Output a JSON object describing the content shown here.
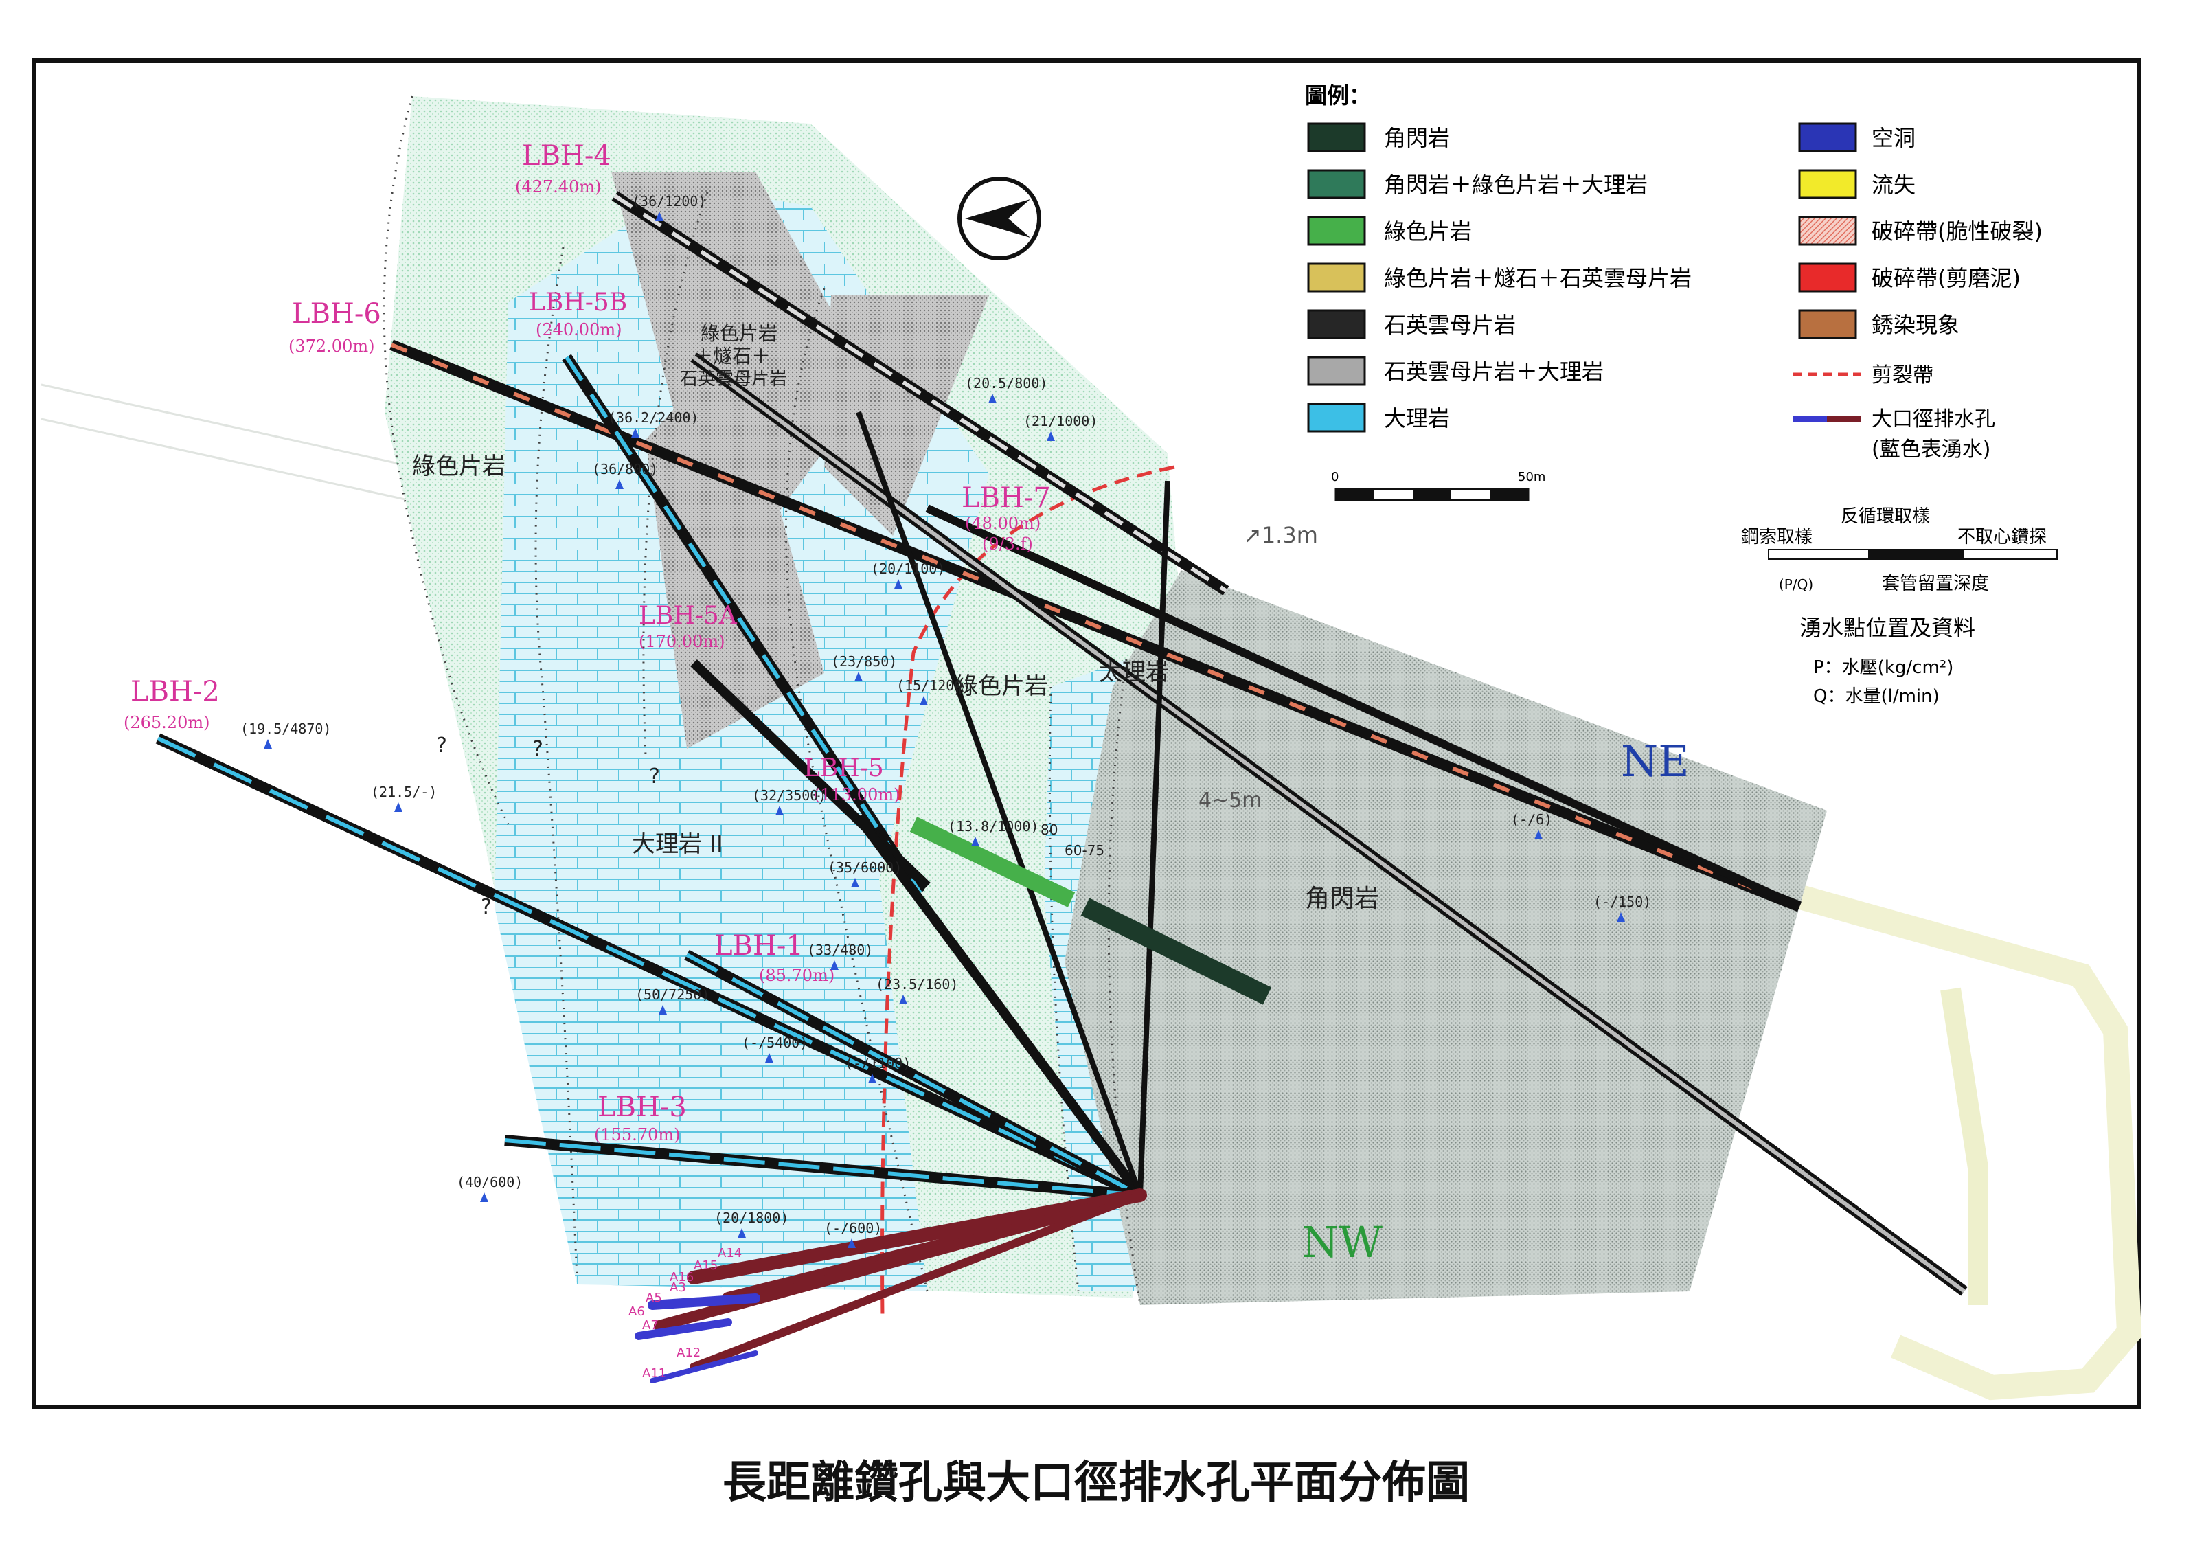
{
  "caption": "長距離鑽孔與大口徑排水孔平面分佈圖",
  "colors": {
    "amphibolite": "#1c3a2a",
    "amph_green_marble": "#2f7a5a",
    "greenschist": "#46b04a",
    "greenschist_chert": "#d8c15a",
    "quartz_mica_schist": "#262626",
    "qms_marble": "#a8a8a8",
    "marble": "#3cbfe6",
    "cavity": "#2a35b5",
    "loss": "#f2ea2a",
    "brittle_fracture": "#f0a8a0",
    "shear_mud": "#e82a2a",
    "rust": "#b87040",
    "shear_zone": "#e23a3a",
    "drain_blue": "#3a3ad0",
    "drain_red": "#7a1e28",
    "label_magenta": "#d6339a",
    "ne_blue": "#1f3fa8",
    "nw_green": "#2a9a3a"
  },
  "legend": {
    "title": "圖例：",
    "items_left": [
      {
        "key": "amphibolite",
        "label": "角閃岩"
      },
      {
        "key": "amph_green_marble",
        "label": "角閃岩＋綠色片岩＋大理岩"
      },
      {
        "key": "greenschist",
        "label": "綠色片岩"
      },
      {
        "key": "greenschist_chert",
        "label": "綠色片岩＋燧石＋石英雲母片岩"
      },
      {
        "key": "quartz_mica_schist",
        "label": "石英雲母片岩"
      },
      {
        "key": "qms_marble",
        "label": "石英雲母片岩＋大理岩"
      },
      {
        "key": "marble",
        "label": "大理岩"
      }
    ],
    "items_right": [
      {
        "key": "cavity",
        "label": "空洞"
      },
      {
        "key": "loss",
        "label": "流失"
      },
      {
        "key": "brittle_fracture",
        "label": "破碎帶(脆性破裂)"
      },
      {
        "key": "shear_mud",
        "label": "破碎帶(剪磨泥)"
      },
      {
        "key": "rust",
        "label": "銹染現象"
      }
    ],
    "shear_label": "剪裂帶",
    "drain_label_1": "大口徑排水孔",
    "drain_label_2": "(藍色表湧水)",
    "scale_0": "0",
    "scale_50": "50m",
    "core_labels": [
      "鋼索取樣",
      "反循環取樣",
      "不取心鑽探"
    ],
    "pq_label": "(P/Q)",
    "casing_label": "套管留置深度",
    "inflow_title": "湧水點位置及資料",
    "p_line": "P：水壓(kg/cm²)",
    "q_line": "Q：水量(l/min)"
  },
  "holes": [
    {
      "name": "LBH-4",
      "depth": "(427.40m)"
    },
    {
      "name": "LBH-6",
      "depth": "(372.00m)"
    },
    {
      "name": "LBH-5B",
      "depth": "(240.00m)"
    },
    {
      "name": "LBH-7",
      "depth": "(48.00m)",
      "extra": "(9/3.f)"
    },
    {
      "name": "LBH-5A",
      "depth": "(170.00m)"
    },
    {
      "name": "LBH-2",
      "depth": "(265.20m)"
    },
    {
      "name": "LBH-5",
      "depth": "(113.00m)"
    },
    {
      "name": "LBH-1",
      "depth": "(85.70m)"
    },
    {
      "name": "LBH-3",
      "depth": "(155.70m)"
    }
  ],
  "zones": {
    "greenschist_left": "綠色片岩",
    "chert_block": [
      "綠色片岩",
      "＋燧石＋",
      "石英雲母片岩"
    ],
    "marble_ii": "大理岩 II",
    "greenschist_mid": "綠色片岩",
    "marble_mid": "太理岩",
    "amphibolite": "角閃岩",
    "ne": "NE",
    "nw": "NW"
  },
  "annotations": {
    "hand_1": "↗1.3m",
    "hand_2": "4~5m",
    "q_marks": [
      "?",
      "?",
      "?",
      "?"
    ],
    "dips": [
      "80",
      "60-75"
    ],
    "inflow": [
      "(36/1200)",
      "(20.5/800)",
      "(21/1000)",
      "(36.2/2400)",
      "(36/800)",
      "(20/1100)",
      "(23/850)",
      "(15/1200)",
      "(32/3500)",
      "(35/6000)",
      "(13.8/1000)",
      "(19.5/4870)",
      "(21.5/-)",
      "(33/480)",
      "(50/7250)",
      "(-/5400)",
      "(-/1100)",
      "(23.5/160)",
      "(40/600)",
      "(20/1800)",
      "(-/600)",
      "(-/6)",
      "(-/150)"
    ],
    "drain_ids": [
      "A14",
      "A15",
      "A16",
      "A3",
      "A5",
      "A6",
      "A7",
      "A12",
      "A11"
    ]
  }
}
